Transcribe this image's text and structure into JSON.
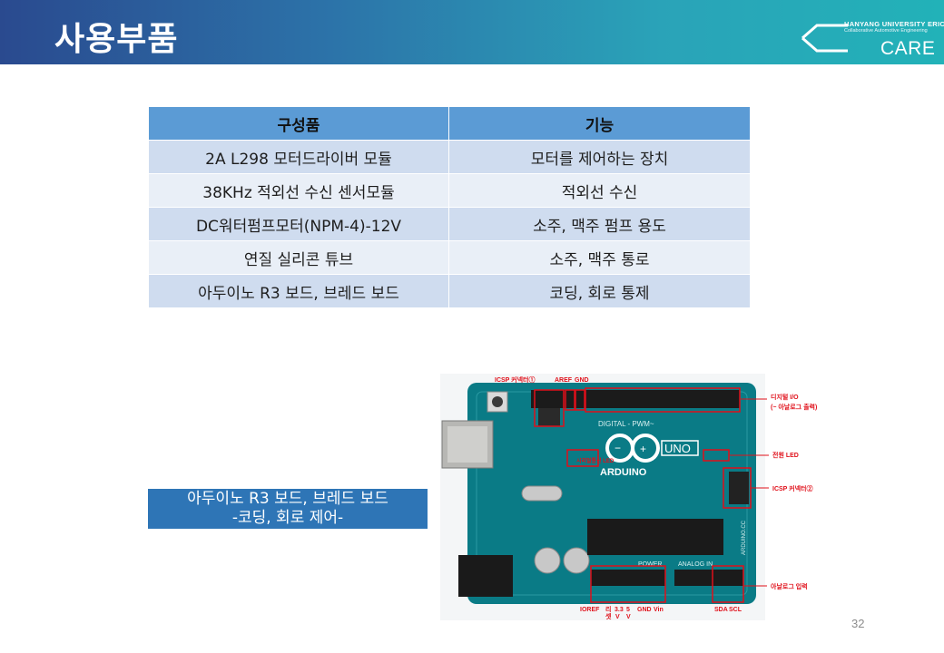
{
  "header": {
    "title": "사용부품",
    "logo": {
      "university": "HANYANG UNIVERSITY ERICA",
      "subtitle": "Collaborative Automotive Engineering",
      "brand": "CARE"
    }
  },
  "table": {
    "headers": [
      "구성품",
      "기능"
    ],
    "rows": [
      [
        "2A L298 모터드라이버 모듈",
        "모터를 제어하는 장치"
      ],
      [
        "38KHz 적외선 수신 센서모듈",
        "적외선 수신"
      ],
      [
        "DC워터펌프모터(NPM-4)-12V",
        "소주, 맥주 펌프 용도"
      ],
      [
        "연질 실리콘 튜브",
        "소주, 맥주 통로"
      ],
      [
        "아두이노 R3 보드, 브레드 보드",
        "코딩, 회로 통제"
      ]
    ]
  },
  "caption": {
    "line1": "아두이노 R3 보드, 브레드 보드",
    "line2": "-코딩, 회로 제어-"
  },
  "board_image": {
    "labels": {
      "icsp_top": "ICSP 커넥터①",
      "aref": "AREF",
      "gnd_top": "GND",
      "digital_io_1": "디지털 I/O",
      "digital_io_2": "(~ 아날로그 출력)",
      "power_led": "전원 LED",
      "txrx_led": "시리얼통신 LED",
      "icsp_right": "ICSP 커넥터②",
      "analog_in": "아날로그 입력",
      "ioref": "IOREF",
      "reset_1": "리",
      "reset_2": "셋",
      "v33_1": "3.3",
      "v33_2": "V",
      "v5_1": "5",
      "v5_2": "V",
      "gnd_bottom": "GND",
      "vin": "Vin",
      "sda": "SDA",
      "scl": "SCL",
      "uno": "UNO",
      "arduino": "ARDUINO",
      "digital_pwm": "DIGITAL - PWM~",
      "power": "POWER",
      "analog_in_silk": "ANALOG IN",
      "vertical_brand": "ARDUINO.CC"
    },
    "colors": {
      "board": "#0a7b86",
      "annotation": "#e0101a"
    }
  },
  "page": {
    "number": "32"
  }
}
